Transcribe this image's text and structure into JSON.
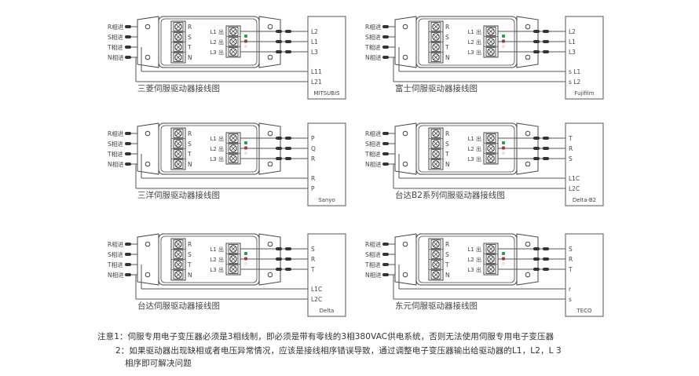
{
  "common": {
    "input_labels": [
      "R相进",
      "S相进",
      "T相进",
      "N相进"
    ],
    "input_terminals": [
      "R",
      "S",
      "T",
      "N"
    ],
    "output_terminals": [
      "L1 出",
      "L2 出",
      "L3 出"
    ],
    "led_colors": [
      "#1fa34a",
      "#d42a2a",
      "#e6e6e6"
    ]
  },
  "diagrams": [
    {
      "caption": "三菱伺服驱动器接线图",
      "brand": "MITSUBIS",
      "main_terminals": [
        "L2",
        "L1",
        "L3"
      ],
      "control_terminals": [
        "L11",
        "L21"
      ]
    },
    {
      "caption": "富士伺服驱动器接线图",
      "brand": "Fujifilm",
      "main_terminals": [
        "L2",
        "L1",
        "L3"
      ],
      "control_terminals": [
        "s L1",
        "s L2"
      ]
    },
    {
      "caption": "三洋伺服驱动器接线图",
      "brand": "Sanyo",
      "main_terminals": [
        "P",
        "Q",
        "R"
      ],
      "control_terminals": [
        "R",
        "P"
      ]
    },
    {
      "caption": "台达B2系列伺服驱动器接线图",
      "brand": "Delta-B2",
      "main_terminals": [
        "T",
        "R",
        "S"
      ],
      "control_terminals": [
        "L1C",
        "L2C"
      ]
    },
    {
      "caption": "台达伺服驱动器接线图",
      "brand": "Delta",
      "main_terminals": [
        "S",
        "R",
        "T"
      ],
      "control_terminals": [
        "L1C",
        "L2C"
      ]
    },
    {
      "caption": "东元伺服驱动器接线图",
      "brand": "TECO",
      "main_terminals": [
        "S",
        "R",
        "T"
      ],
      "control_terminals": [
        "r",
        "s"
      ]
    }
  ],
  "notes": {
    "line1": "注意1：伺服专用电子变压器必须是3相线制，即必须是带有零线的3相380VAC供电系统，否则无法使用伺服专用电子变压器",
    "line2": "2：如果驱动器出现缺相或者电压异常情况，应该是接线相序错误导致，通过调整电子变压器输出给驱动器的L1，L2，L 3",
    "line3": "相序即可解决问题"
  }
}
